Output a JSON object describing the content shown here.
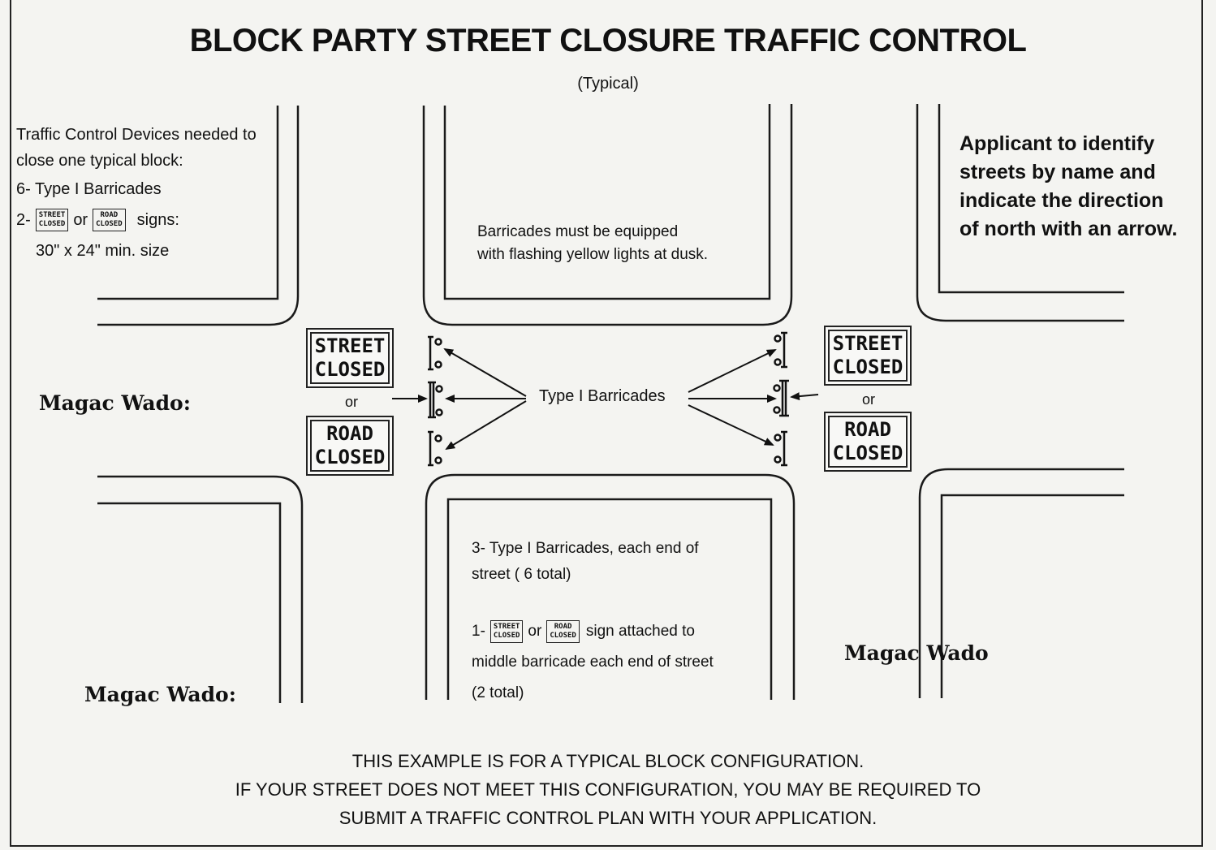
{
  "title": "BLOCK PARTY STREET CLOSURE TRAFFIC CONTROL",
  "subtitle": "(Typical)",
  "devices_note": {
    "line1": "Traffic Control Devices needed to",
    "line2": "close one typical block:",
    "line3": "6- Type I Barricades",
    "line4_prefix": "2-",
    "line4_or": "or",
    "line4_suffix": "signs:",
    "line5": "30\" x 24\" min. size"
  },
  "mini_signs": {
    "street_closed": [
      "STREET",
      "CLOSED"
    ],
    "road_closed": [
      "ROAD",
      "CLOSED"
    ]
  },
  "applicant_note": [
    "Applicant to identify",
    "streets by name and",
    "indicate the direction",
    "of north with an arrow."
  ],
  "lights_note": [
    "Barricades must be equipped",
    "with flashing yellow lights at dusk."
  ],
  "barricade_label": "Type I Barricades",
  "big_signs": {
    "street_closed": "STREET\nCLOSED",
    "or": "or",
    "road_closed": "ROAD\nCLOSED"
  },
  "bottom_note": {
    "line1": "3- Type I Barricades, each end of",
    "line2": "street ( 6 total)",
    "line3_prefix": "1-",
    "line3_or": "or",
    "line3_suffix": "sign attached to",
    "line4": "middle barricade each end of street",
    "line5": "(2 total)"
  },
  "street_labels": {
    "west_street": "Magac Wado:",
    "southwest_street": "Magac Wado:",
    "southeast_street": "Magac Wado"
  },
  "footer": [
    "THIS EXAMPLE IS FOR A TYPICAL BLOCK CONFIGURATION.",
    "IF YOUR STREET DOES NOT MEET THIS CONFIGURATION, YOU MAY BE REQUIRED TO",
    "SUBMIT A TRAFFIC CONTROL PLAN WITH YOUR APPLICATION."
  ]
}
